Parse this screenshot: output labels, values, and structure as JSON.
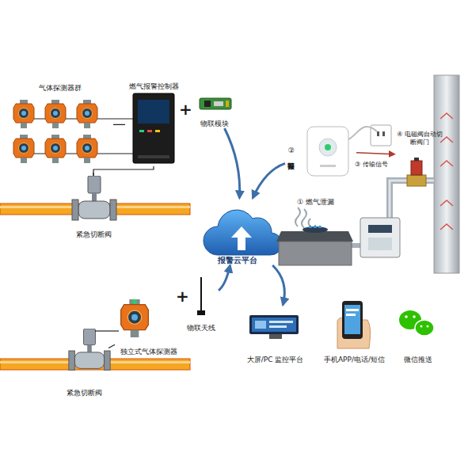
{
  "diagram": {
    "nodes": [
      {
        "text": [
          "气体探测器群"
        ]
      },
      {
        "text": [
          "燃气报警控制器"
        ]
      },
      {
        "text": [
          "物联模块"
        ]
      },
      {
        "text": [
          "紧急切断阀"
        ]
      },
      {
        "text": [
          "报警云平台"
        ]
      },
      {
        "text": [
          "独立式气体探测器"
        ]
      },
      {
        "text": [
          "物联天线"
        ]
      },
      {
        "text": [
          "紧急切断阀"
        ]
      },
      {
        "text": [
          "大屏/PC 监控平台"
        ]
      },
      {
        "text": [
          "手机APP/电话/短信"
        ]
      },
      {
        "text": [
          "微信推送"
        ]
      },
      {
        "text": [
          "② 报警器报警"
        ]
      },
      {
        "text": [
          "① 燃气泄漏"
        ]
      },
      {
        "text": [
          "④ 电磁阀自动切断阀门"
        ]
      }
    ],
    "edges": [
      {
        "from": 0,
        "to": 1,
        "arrow": "none"
      },
      {
        "from": 1,
        "to": 3,
        "arrow": "none"
      },
      {
        "from": 2,
        "to": 4,
        "arrow": "to"
      },
      {
        "from": 11,
        "to": 4,
        "arrow": "to"
      },
      {
        "from": 6,
        "to": 4,
        "arrow": "to"
      },
      {
        "from": 4,
        "to": 8,
        "arrow": "to"
      },
      {
        "from": 5,
        "to": 7,
        "arrow": "none"
      },
      {
        "from": 11,
        "to": 13,
        "arrow": "to",
        "label": "③ 传输信号"
      }
    ],
    "labels": [
      "+",
      "+"
    ]
  }
}
